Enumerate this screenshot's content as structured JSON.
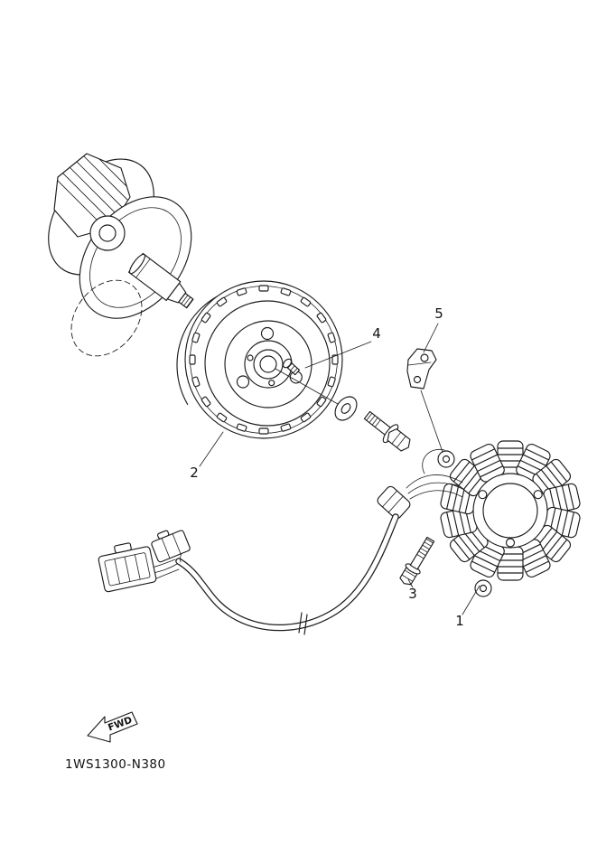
{
  "page": {
    "background_color": "#ffffff",
    "line_color": "#1c1c1c"
  },
  "diagram": {
    "part_code": "1WS1300-N380",
    "fwd_label": "FWD",
    "callouts": {
      "stator": "1",
      "rotor": "2",
      "bolt": "3",
      "screw": "4",
      "bracket": "5"
    }
  }
}
